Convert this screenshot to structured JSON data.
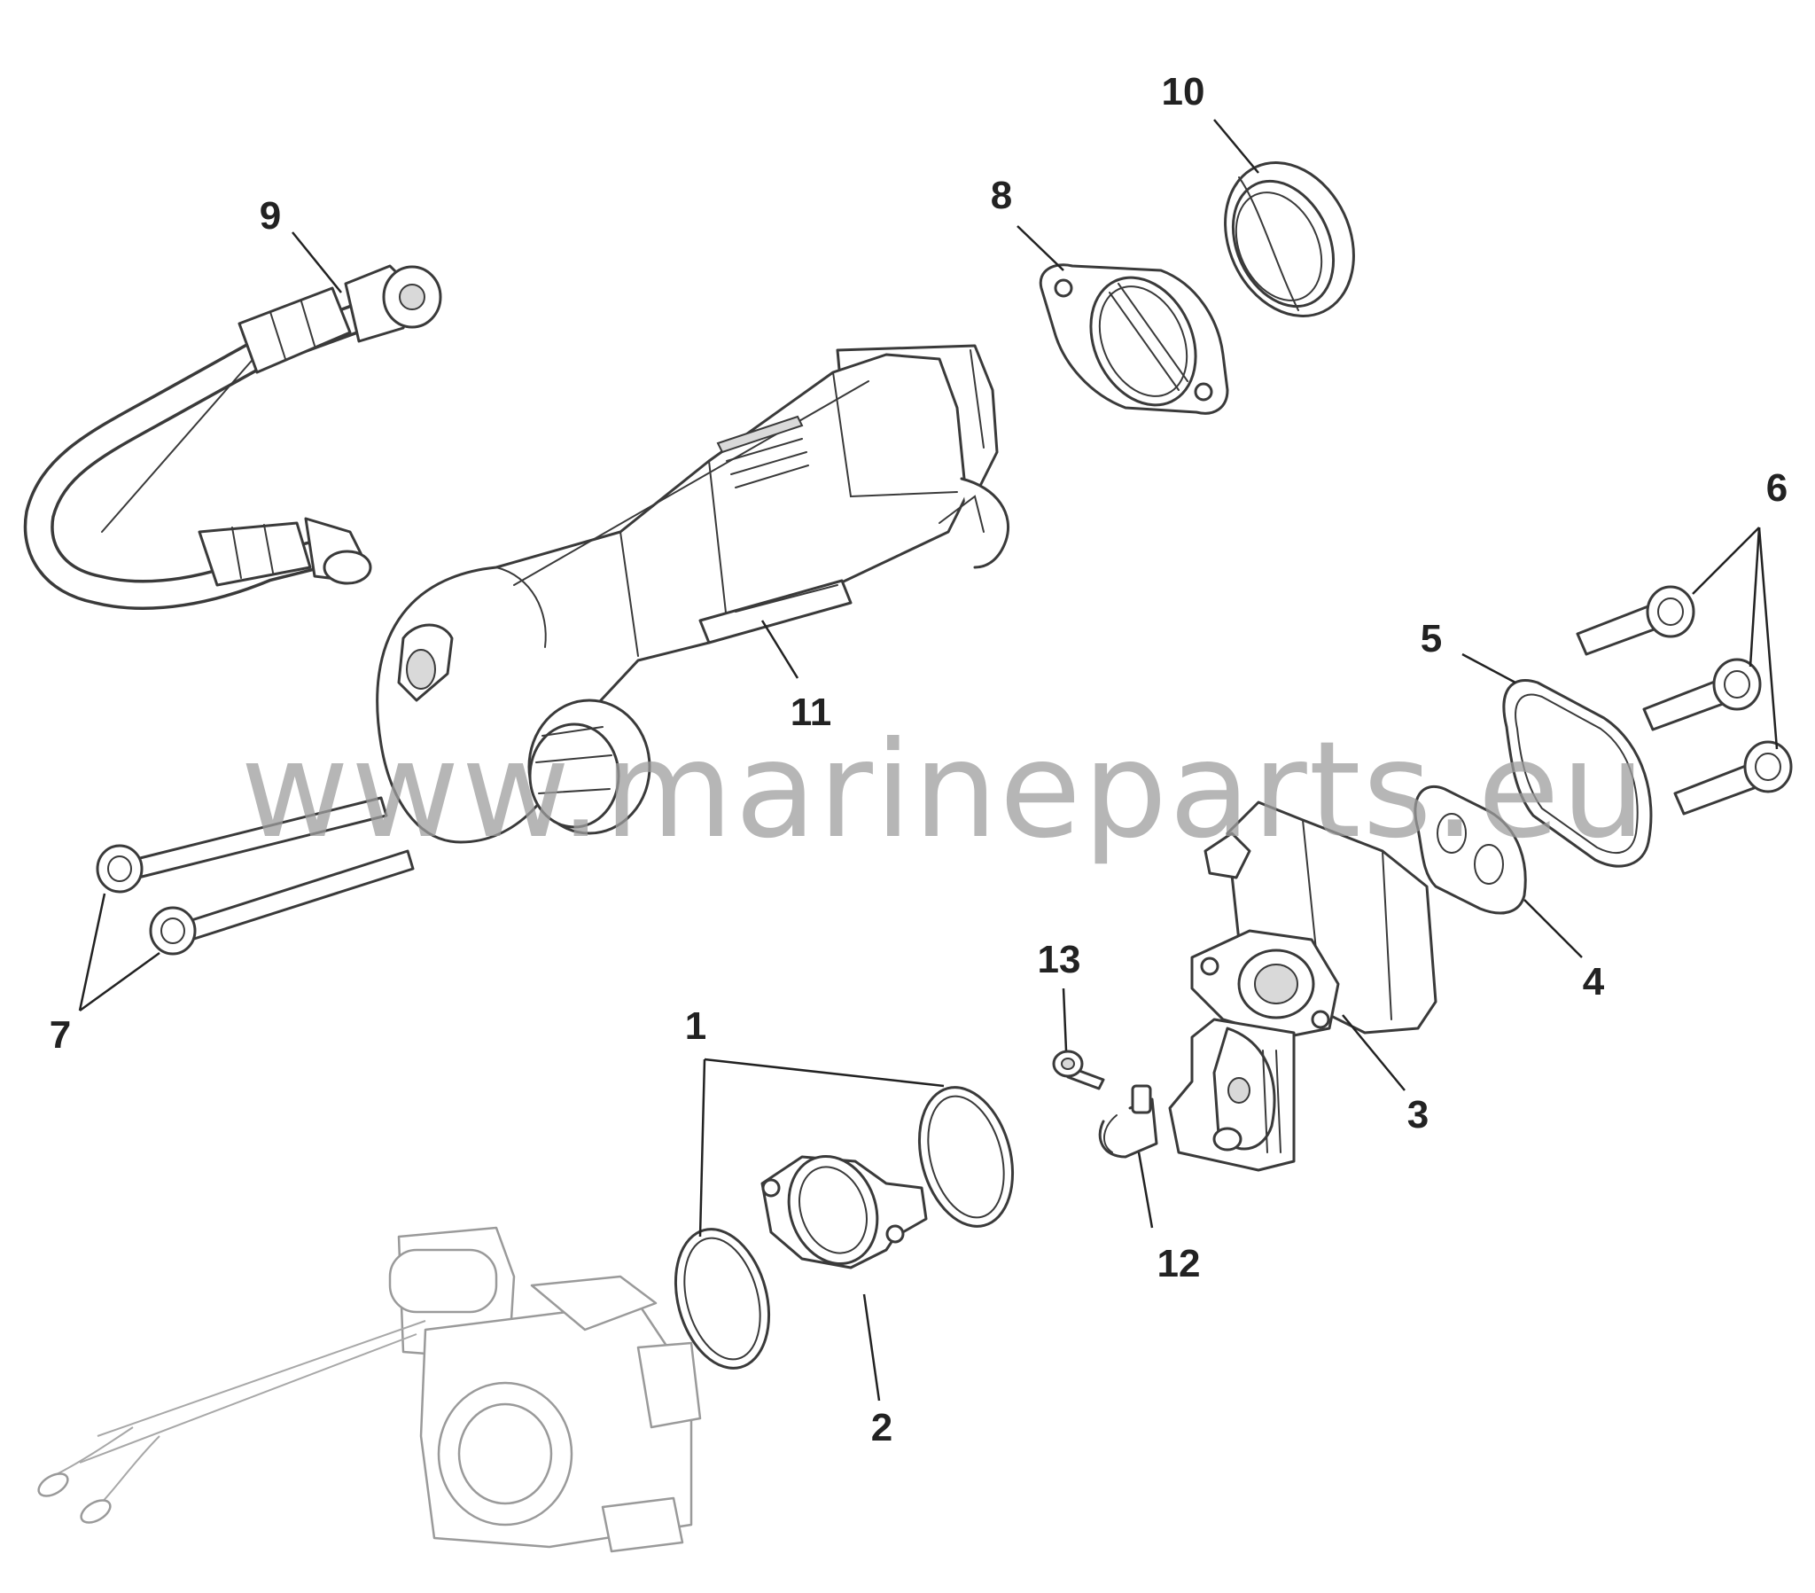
{
  "diagram": {
    "watermark": "www.marineparts.eu",
    "callouts": [
      {
        "id": "1",
        "label": "1"
      },
      {
        "id": "2",
        "label": "2"
      },
      {
        "id": "3",
        "label": "3"
      },
      {
        "id": "4",
        "label": "4"
      },
      {
        "id": "5",
        "label": "5"
      },
      {
        "id": "6",
        "label": "6"
      },
      {
        "id": "7",
        "label": "7"
      },
      {
        "id": "8",
        "label": "8"
      },
      {
        "id": "9",
        "label": "9"
      },
      {
        "id": "10",
        "label": "10"
      },
      {
        "id": "11",
        "label": "11"
      },
      {
        "id": "12",
        "label": "12"
      },
      {
        "id": "13",
        "label": "13"
      }
    ]
  }
}
